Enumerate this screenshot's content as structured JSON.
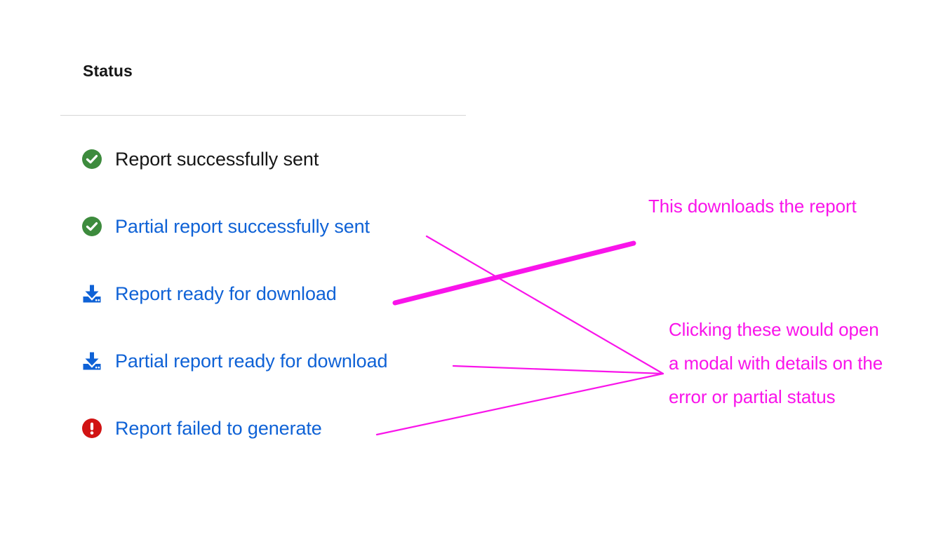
{
  "panel": {
    "title": "Status",
    "divider": true
  },
  "colors": {
    "success": "#3d8b3d",
    "error": "#d11313",
    "link": "#0f62d6",
    "text": "#161616",
    "annotation": "#f914ea",
    "divider": "#d5d5d5"
  },
  "status_items": [
    {
      "icon": "check-circle-icon",
      "icon_kind": "success",
      "label": "Report successfully sent",
      "style": "plain",
      "interactable": false
    },
    {
      "icon": "check-circle-icon",
      "icon_kind": "success",
      "label": "Partial report successfully sent",
      "style": "link",
      "interactable": true
    },
    {
      "icon": "download-tray-icon",
      "icon_kind": "download",
      "label": "Report ready for download",
      "style": "link",
      "interactable": true
    },
    {
      "icon": "download-tray-icon",
      "icon_kind": "download",
      "label": "Partial report ready for download",
      "style": "link",
      "interactable": true
    },
    {
      "icon": "error-circle-icon",
      "icon_kind": "error",
      "label": "Report failed to generate",
      "style": "link",
      "interactable": true
    }
  ],
  "annotations": [
    {
      "id": "download-note",
      "text": "This downloads the report"
    },
    {
      "id": "modal-note",
      "text": "Clicking these would open a modal with details on the error or partial status"
    }
  ]
}
